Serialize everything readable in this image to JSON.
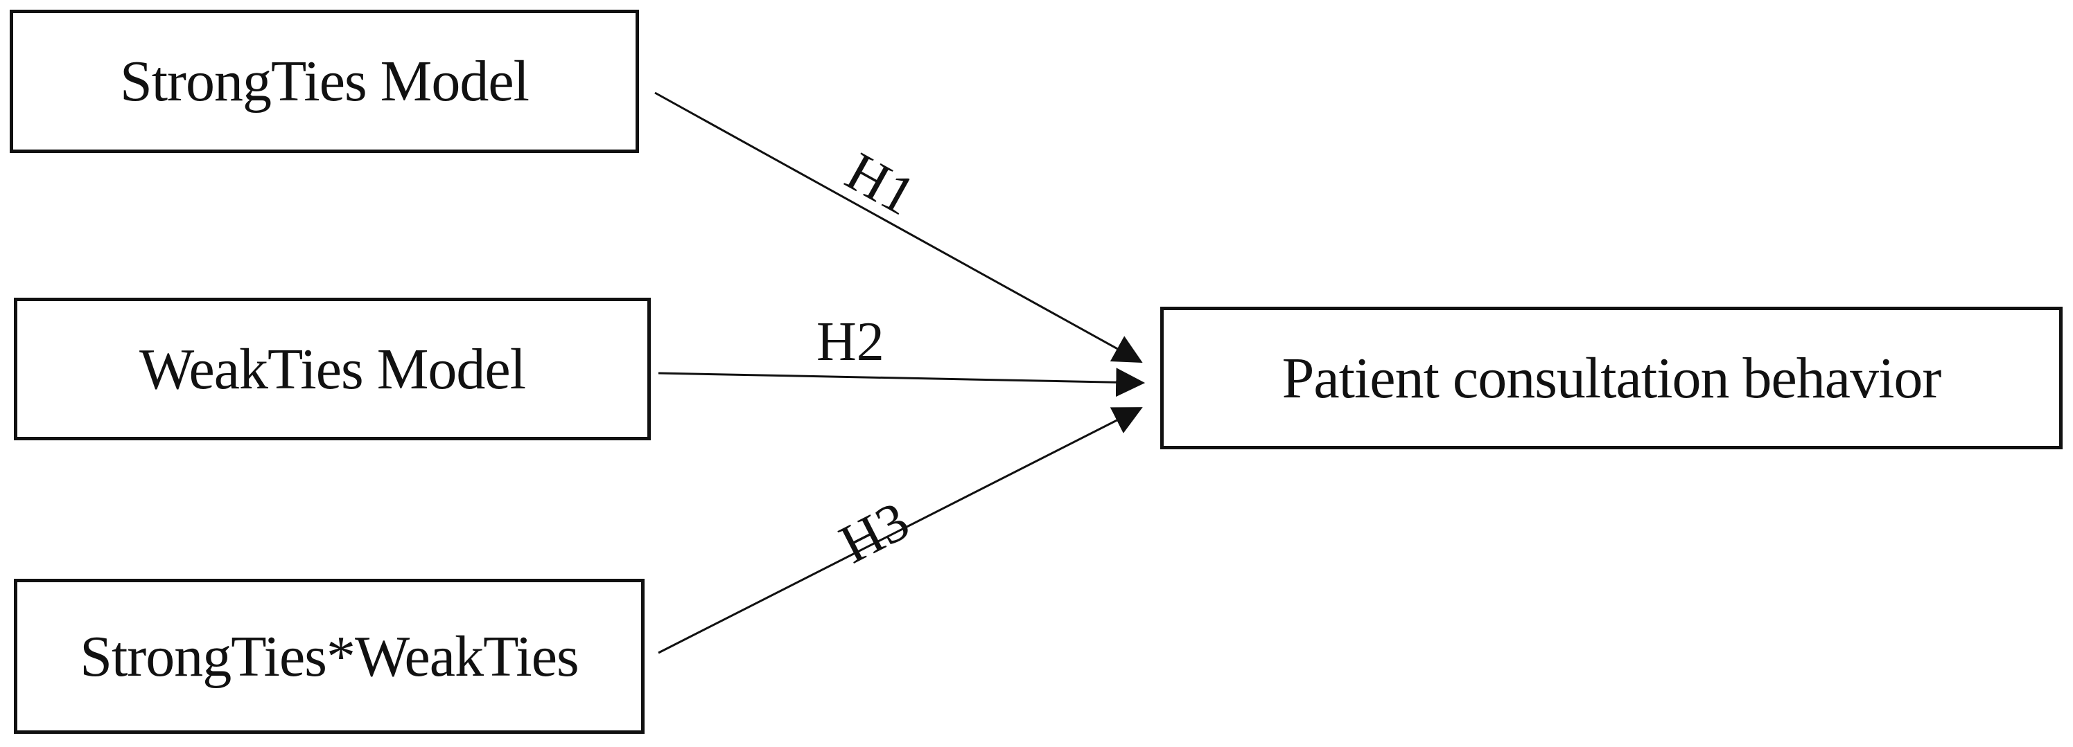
{
  "diagram": {
    "nodes": {
      "strong_ties": "StrongTies Model",
      "weak_ties": "WeakTies Model",
      "interaction": "StrongTies*WeakTies",
      "outcome": "Patient consultation behavior"
    },
    "hypotheses": {
      "h1": "H1",
      "h2": "H2",
      "h3": "H3"
    },
    "edges": [
      {
        "from": "StrongTies Model",
        "to": "Patient consultation behavior",
        "label": "H1"
      },
      {
        "from": "WeakTies Model",
        "to": "Patient consultation behavior",
        "label": "H2"
      },
      {
        "from": "StrongTies*WeakTies",
        "to": "Patient consultation behavior",
        "label": "H3"
      }
    ]
  }
}
